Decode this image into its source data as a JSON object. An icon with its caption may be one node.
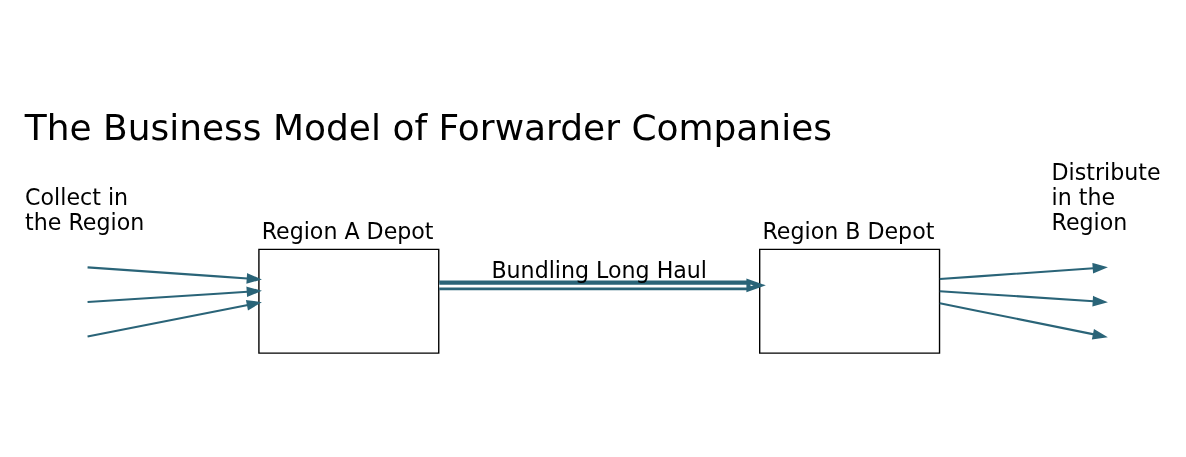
{
  "diagram": {
    "title": "The Business Model of Forwarder Companies",
    "nodes": [
      {
        "text": [
          "Region A Depot"
        ]
      },
      {
        "text": [
          "Region B Depot"
        ]
      }
    ],
    "edges": [
      {
        "from": null,
        "to": 0,
        "arrow": "to"
      },
      {
        "from": null,
        "to": 0,
        "arrow": "to"
      },
      {
        "from": null,
        "to": 0,
        "arrow": "to"
      },
      {
        "from": 0,
        "to": 1,
        "arrow": "to",
        "label": "Bundling Long Haul",
        "style": "thick"
      },
      {
        "from": 1,
        "to": null,
        "arrow": "to"
      },
      {
        "from": 1,
        "to": null,
        "arrow": "to"
      },
      {
        "from": 1,
        "to": null,
        "arrow": "to"
      }
    ],
    "labels": [
      "Collect in the Region",
      "Distribute in the Region"
    ]
  }
}
